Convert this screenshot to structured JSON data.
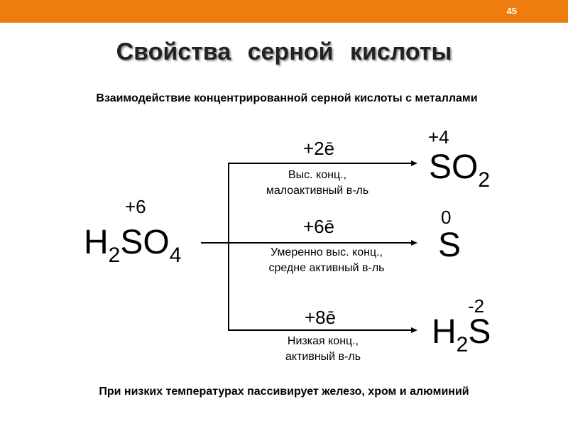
{
  "slide": {
    "page_number": "45",
    "title": "Свойства  серной кислоты",
    "subtitle": "Взаимодействие концентрированной серной кислоты с металлами",
    "footer": "При низких температурах пассивирует железо, хром и алюминий"
  },
  "reactant": {
    "oxidation_state": "+6",
    "formula_parts": [
      "H",
      "2",
      "SO",
      "4"
    ]
  },
  "branches": [
    {
      "electrons": "+2ē",
      "condition_lines": [
        "Выс. конц.,",
        "малоактивный в-ль"
      ],
      "product_oxidation_state": "+4",
      "product_parts": [
        "SO",
        "2"
      ]
    },
    {
      "electrons": "+6ē",
      "condition_lines": [
        "Умеренно выс. конц.,",
        "средне активный в-ль"
      ],
      "product_oxidation_state": "0",
      "product_parts": [
        "S"
      ]
    },
    {
      "electrons": "+8ē",
      "condition_lines": [
        "Низкая конц.,",
        "активный в-ль"
      ],
      "product_oxidation_state": "-2",
      "product_parts": [
        "H",
        "2",
        "S"
      ]
    }
  ],
  "colors": {
    "header_bar": "#ee7d0e"
  }
}
